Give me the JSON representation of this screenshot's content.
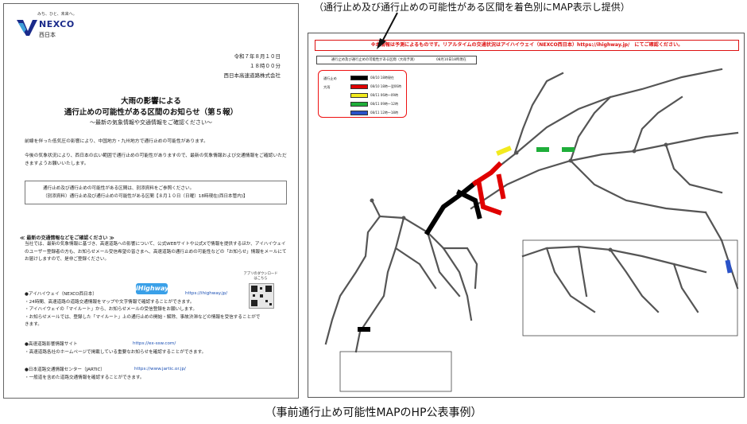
{
  "document": {
    "logo": {
      "slogan": "みち、ひと、未来へ。",
      "name": "NEXCO",
      "sub": "西日本"
    },
    "date": "令和７年８月１０日",
    "time": "１８時００分",
    "org": "西日本高速道路株式会社",
    "title_line1": "大雨の影響による",
    "title_line2": "通行止めの可能性がある区間のお知らせ（第５報）",
    "subtitle": "～最新の気象情報や交通情報をご確認ください～",
    "para1": "前線を伴った低気圧の影響により、中国地方・九州地方で通行止めの可能性があります。",
    "para2": "今後の気象状況により、西日本の広い範囲で通行止めの可能性がありますので、最新の気象情報および交通情報をご確認いただきますようお願いいたします。",
    "notice_line1": "通行止め及び通行止めの可能性がある区間は、別添資料をご参照ください。",
    "notice_line2": "（別添資料）通行止め及び通行止めの可能性がある区間【８月１０日（日曜）18時現在(西日本管内)】",
    "section_head": "≪ 最新の交通情報などをご確認ください ≫",
    "section_body": "当社では、最新の気象情報に基づき、高速道路への影響について、公式WEBサイトや公式Xで情報を提供するほか、アイハイウェイのユーザー登録者の方も、お知らせメール受信希望の皆さまへ、高速道路の通行止めの可能性などの「お知らせ」情報をメールにてお届けしますので、是非ご登録ください。",
    "app_note": "アプリのダウンロードはこちら",
    "badge": "iHighway",
    "link1_lines": [
      "●アイハイウェイ（NEXCO西日本）",
      "・24時間、高速道路の道路交通情報をマップや文字情報で確認することができます。",
      "・アイハイウェイの「マイルート」から、お知らせメールの受信登録をお願いします。",
      "・お知らせメールでは、登録した「マイルート」上の通行止めの開始・解除、事故渋滞などの情報を受信することができます。"
    ],
    "link1_url": "https://ihighway.jp/",
    "link2_lines": [
      "●高速道路影響情報サイト",
      "・高速道路各社のホームページで掲載している重要なお知らせを確認することができます。"
    ],
    "link2_url": "https://ex-ssw.com/",
    "link3_lines": [
      "●日本道路交通情報センター（JARTIC）",
      "・一般道を含めた道路交通情報を確認することができます。"
    ],
    "link3_url": "https://www.jartic.or.jp/"
  },
  "map": {
    "banner": "※本情報は予測によるものです。リアルタイムの交通状況はアイハイウェイ（NEXCO西日本）https://ihighway.jp/　にてご確認ください。",
    "status_line": "通行止め及び通行止めの可能性がある区間（大雨予測）",
    "status_time": "08月10日18時現在",
    "legend_left": [
      "通行止め",
      "大雨"
    ],
    "legend": [
      {
        "color": "#000000",
        "label": "08/10 18時現在"
      },
      {
        "color": "#e00000",
        "label": "08/10 18時～翌06時"
      },
      {
        "color": "#f2ea1e",
        "label": "08/11 06時～09時"
      },
      {
        "color": "#1fae3a",
        "label": "08/11 09時～12時"
      },
      {
        "color": "#2a52c8",
        "label": "08/11 12時～18時"
      }
    ],
    "road_color": "#555555",
    "stop_color": "#000000"
  },
  "callout": "（通行止め及び通行止めの可能性がある区間を着色別にMAP表示し提供）",
  "caption": "（事前通行止め可能性MAPのHP公表事例）"
}
